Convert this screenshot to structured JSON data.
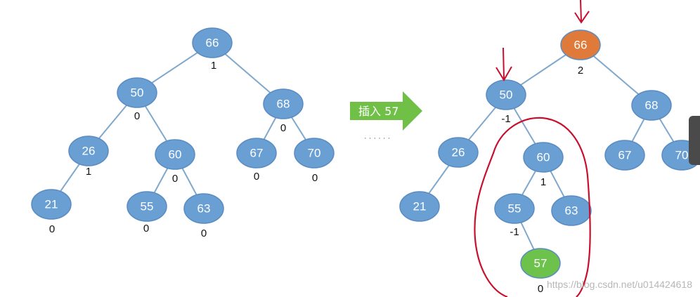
{
  "colors": {
    "node_fill": "#6a9fd4",
    "node_stroke": "#5a8cc2",
    "edge": "#7fa8cc",
    "root_highlight": "#e07a3a",
    "inserted_node": "#6cc24a",
    "annotation_red": "#c8102e",
    "arrow_fill": "#70c048"
  },
  "arrow": {
    "label": "插入 57",
    "sublabel": "· · · · · ·"
  },
  "watermark": "https://blog.csdn.net/u014424618",
  "before_tree": {
    "nodes": [
      {
        "id": "66",
        "label": "66",
        "bf": "1"
      },
      {
        "id": "50",
        "label": "50",
        "bf": "0"
      },
      {
        "id": "68",
        "label": "68",
        "bf": "0"
      },
      {
        "id": "26",
        "label": "26",
        "bf": "1"
      },
      {
        "id": "60",
        "label": "60",
        "bf": "0"
      },
      {
        "id": "67",
        "label": "67",
        "bf": "0"
      },
      {
        "id": "70",
        "label": "70",
        "bf": "0"
      },
      {
        "id": "21",
        "label": "21",
        "bf": "0"
      },
      {
        "id": "55",
        "label": "55",
        "bf": "0"
      },
      {
        "id": "63",
        "label": "63",
        "bf": "0"
      }
    ],
    "edges": [
      [
        "66",
        "50"
      ],
      [
        "66",
        "68"
      ],
      [
        "50",
        "26"
      ],
      [
        "50",
        "60"
      ],
      [
        "26",
        "21"
      ],
      [
        "60",
        "55"
      ],
      [
        "60",
        "63"
      ],
      [
        "68",
        "67"
      ],
      [
        "68",
        "70"
      ]
    ]
  },
  "after_tree": {
    "nodes": [
      {
        "id": "66",
        "label": "66",
        "bf": "2",
        "style": "highlight"
      },
      {
        "id": "50",
        "label": "50",
        "bf": "-1"
      },
      {
        "id": "68",
        "label": "68",
        "bf": ""
      },
      {
        "id": "26",
        "label": "26",
        "bf": ""
      },
      {
        "id": "60",
        "label": "60",
        "bf": "1"
      },
      {
        "id": "67",
        "label": "67",
        "bf": ""
      },
      {
        "id": "70",
        "label": "70",
        "bf": ""
      },
      {
        "id": "21",
        "label": "21",
        "bf": ""
      },
      {
        "id": "55",
        "label": "55",
        "bf": "-1"
      },
      {
        "id": "63",
        "label": "63",
        "bf": ""
      },
      {
        "id": "57",
        "label": "57",
        "bf": "0",
        "style": "inserted"
      }
    ],
    "edges": [
      [
        "66",
        "50"
      ],
      [
        "66",
        "68"
      ],
      [
        "50",
        "26"
      ],
      [
        "50",
        "60"
      ],
      [
        "26",
        "21"
      ],
      [
        "60",
        "55"
      ],
      [
        "60",
        "63"
      ],
      [
        "55",
        "57"
      ],
      [
        "68",
        "67"
      ],
      [
        "68",
        "70"
      ]
    ]
  }
}
